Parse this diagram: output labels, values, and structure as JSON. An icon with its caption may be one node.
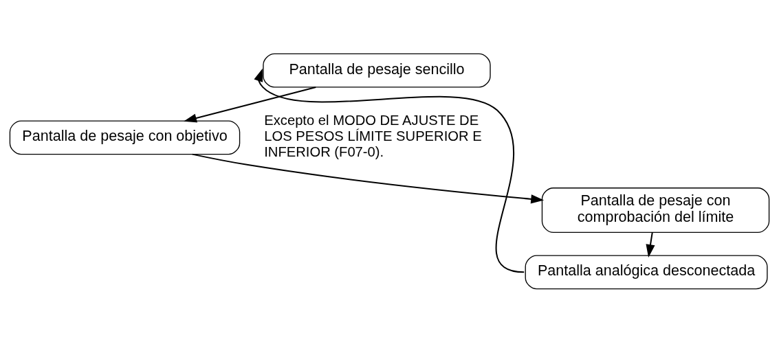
{
  "diagram": {
    "nodes": [
      {
        "text": [
          "Pantalla de pesaje sencillo"
        ]
      },
      {
        "text": [
          "Pantalla de pesaje con objetivo"
        ],
        "beside": [
          "Excepto el MODO DE AJUSTE DE LOS PESOS LÍMITE SUPERIOR E INFERIOR (F07-0)."
        ]
      },
      {
        "text": [
          "Pantalla de pesaje con comprobación del límite"
        ]
      },
      {
        "text": [
          "Pantalla analógica desconectada"
        ]
      }
    ],
    "edges": [
      {
        "from": 0,
        "to": 1,
        "arrow": "to"
      },
      {
        "from": 1,
        "to": 2,
        "arrow": "to"
      },
      {
        "from": 2,
        "to": 3,
        "arrow": "to"
      },
      {
        "from": 3,
        "to": 0,
        "arrow": "to"
      }
    ]
  }
}
